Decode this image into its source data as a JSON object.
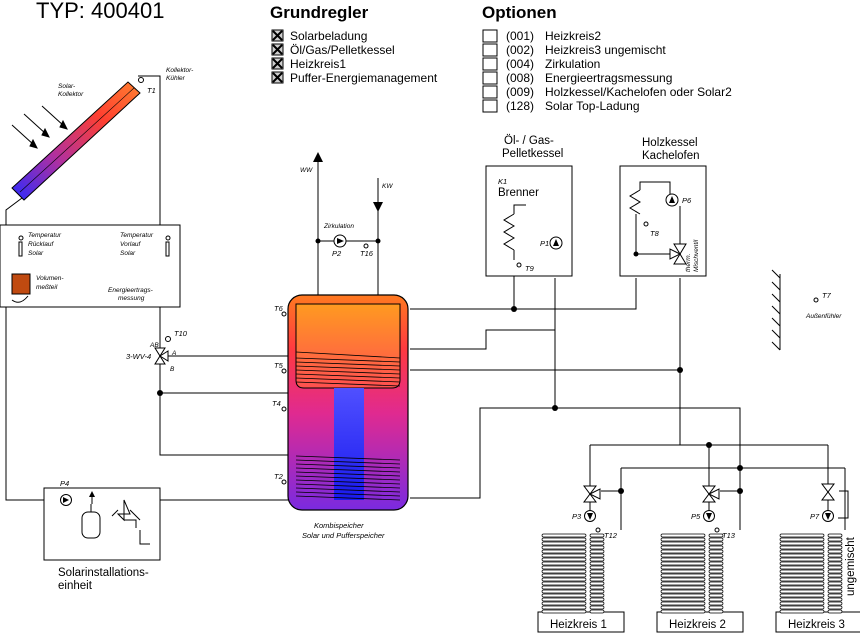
{
  "title": "TYP: 400401",
  "grundregler": {
    "heading": "Grundregler",
    "items": [
      "Solarbeladung",
      "Öl/Gas/Pelletkessel",
      "Heizkreis1",
      "Puffer-Energiemanagement"
    ]
  },
  "optionen": {
    "heading": "Optionen",
    "items": [
      {
        "code": "(001)",
        "label": "Heizkreis2"
      },
      {
        "code": "(002)",
        "label": "Heizkreis3 ungemischt"
      },
      {
        "code": "(004)",
        "label": "Zirkulation"
      },
      {
        "code": "(008)",
        "label": "Energieertragsmessung"
      },
      {
        "code": "(009)",
        "label": "Holzkessel/Kachelofen oder Solar2"
      },
      {
        "code": "(128)",
        "label": "Solar Top-Ladung"
      }
    ]
  },
  "solar": {
    "kollektor_label_1": "Solar-",
    "kollektor_label_2": "Kollektor",
    "kuehler_1": "Kollektor-",
    "kuehler_2": "Kühler",
    "t1": "T1",
    "rueck_1": "Temperatur",
    "rueck_2": "Rücklauf",
    "rueck_3": "Solar",
    "vorlauf_1": "Temperatur",
    "vorlauf_2": "Vorlauf",
    "vorlauf_3": "Solar",
    "vol_1": "Volumen-",
    "vol_2": "meßteil",
    "energie_1": "Energieertrags-",
    "energie_2": "messung",
    "t10": "T10",
    "valve_ab": "AB",
    "valve_a": "A",
    "valve_b": "B",
    "valve_name": "3-WV-4",
    "p4": "P4",
    "einheit_1": "Solarinstallations-",
    "einheit_2": "einheit"
  },
  "zirkulation": {
    "ww": "WW",
    "kw": "KW",
    "label": "Zirkulation",
    "p2": "P2",
    "t16": "T16"
  },
  "speicher": {
    "t6": "T6",
    "t5": "T5",
    "t4": "T4",
    "t2": "T2",
    "label_1": "Kombispeicher",
    "label_2": "Solar und Pufferspeicher"
  },
  "kessel": {
    "title_1": "Öl- / Gas-",
    "title_2": "Pelletkessel",
    "k1": "K1",
    "brenner": "Brenner",
    "p1": "P1",
    "t9": "T9"
  },
  "holzkessel": {
    "title_1": "Holzkessel",
    "title_2": "Kachelofen",
    "p6": "P6",
    "t8": "T8",
    "therm_1": "therm.",
    "therm_2": "Mischventil"
  },
  "aussen": {
    "t7": "T7",
    "label": "Außenfühler"
  },
  "heizkreise": {
    "p3": "P3",
    "t12": "T12",
    "p5": "P5",
    "t13": "T13",
    "p7": "P7",
    "ungemischt": "ungemischt",
    "hk1": "Heizkreis 1",
    "hk2": "Heizkreis 2",
    "hk3": "Heizkreis 3"
  }
}
